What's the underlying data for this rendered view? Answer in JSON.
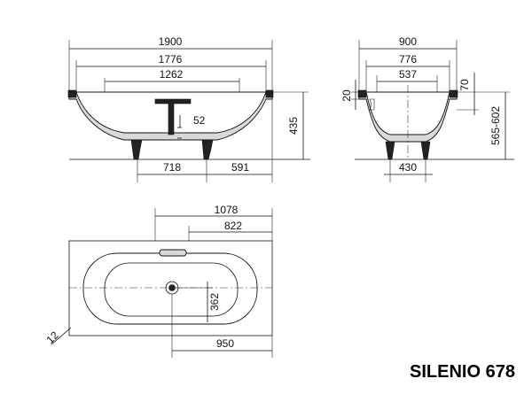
{
  "product": {
    "name": "SILENIO 678"
  },
  "side_view": {
    "dims": {
      "overall_length": "1900",
      "inner_length": "1776",
      "bottom_length": "1262",
      "drain_height": "52",
      "total_height": "435",
      "leg_offset_left": "718",
      "leg_offset_right": "591"
    }
  },
  "end_view": {
    "dims": {
      "overall_width": "900",
      "inner_width": "776",
      "bottom_width": "537",
      "rim_thickness": "20",
      "rim_depth": "70",
      "height_range": "565-602",
      "leg_spacing": "430"
    }
  },
  "plan_view": {
    "dims": {
      "drain_to_end": "1078",
      "overflow_to_end": "822",
      "drain_offset": "362",
      "drain_from_edge": "950",
      "corner_radius": "12"
    }
  }
}
